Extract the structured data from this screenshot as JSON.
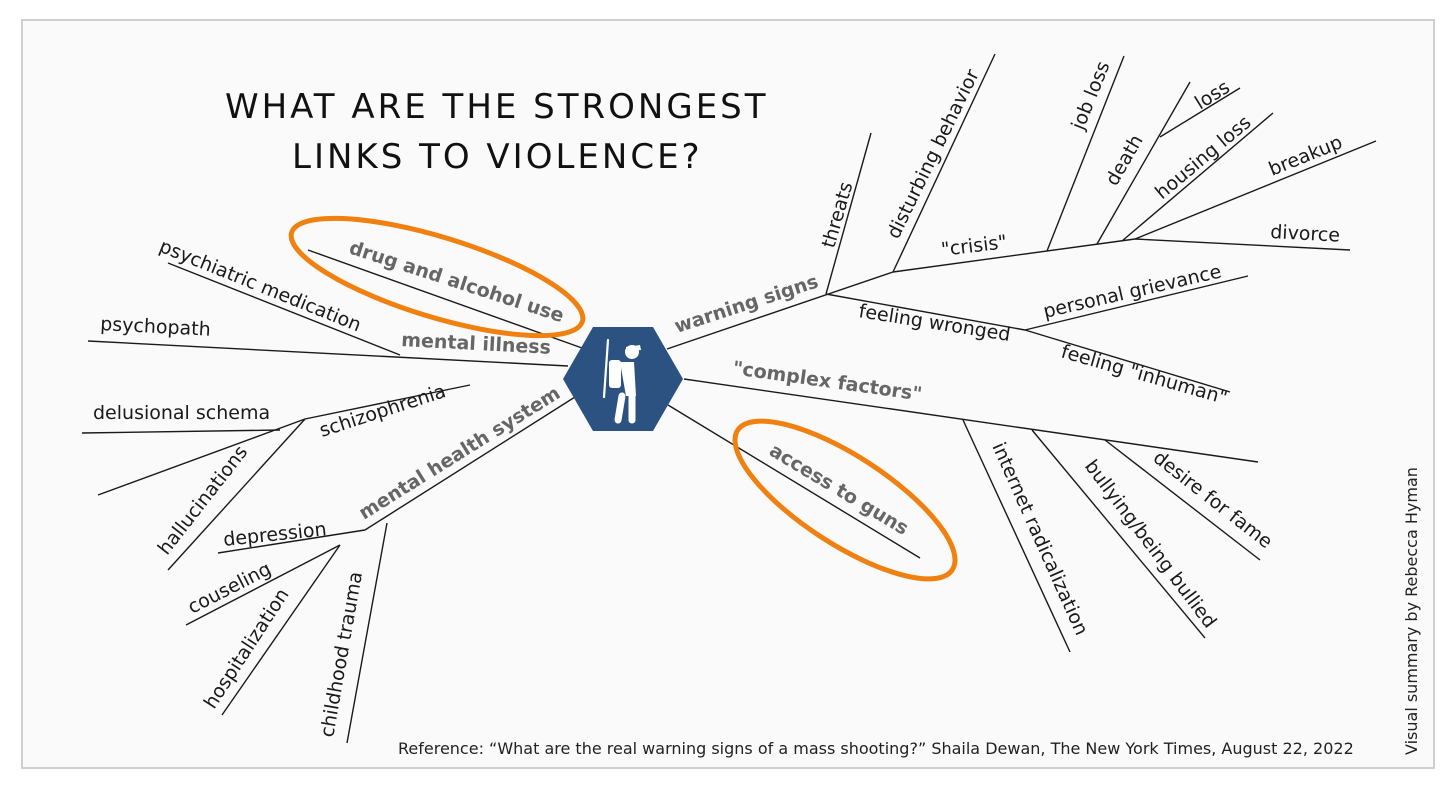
{
  "title": {
    "line1": "WHAT ARE THE STRONGEST",
    "line2": "LINKS TO VIOLENCE?"
  },
  "center_icon": "soldier-with-rifle-icon",
  "colors": {
    "hexagon": "#2c5282",
    "highlight": "#f08010"
  },
  "branches": {
    "drug": "drug and alcohol use",
    "mental_illness": "mental illness",
    "mental_health_system": "mental health system",
    "warning_signs": "warning signs",
    "complex_factors": "\"complex factors\"",
    "access_to_guns": "access to guns"
  },
  "mental_illness_items": {
    "psychiatric_medication": "psychiatric medication",
    "psychopath": "psychopath",
    "schizophrenia": "schizophrenia",
    "delusional_schema": "delusional schema",
    "hallucinations": "hallucinations"
  },
  "mental_health_items": {
    "depression": "depression",
    "couseling": "couseling",
    "hospitalization": "hospitalization",
    "childhood_trauma": "childhood trauma"
  },
  "warning_items": {
    "threats": "threats",
    "disturbing_behavior": "disturbing behavior",
    "crisis": "\"crisis\"",
    "job_loss": "job loss",
    "death": "death",
    "loss": "loss",
    "housing_loss": "housing loss",
    "breakup": "breakup",
    "divorce": "divorce",
    "feeling_wronged": "feeling wronged",
    "personal_grievance": "personal grievance",
    "feeling_inhuman": "feeling \"inhuman\""
  },
  "complex_items": {
    "internet_radicalization": "internet radicalization",
    "bullying": "bullying/being bullied",
    "desire_for_fame": "desire for fame"
  },
  "reference": "Reference: “What are the real warning signs of a mass shooting?” Shaila Dewan, The New York Times, August 22, 2022",
  "credit": "Visual summary by Rebecca Hyman"
}
